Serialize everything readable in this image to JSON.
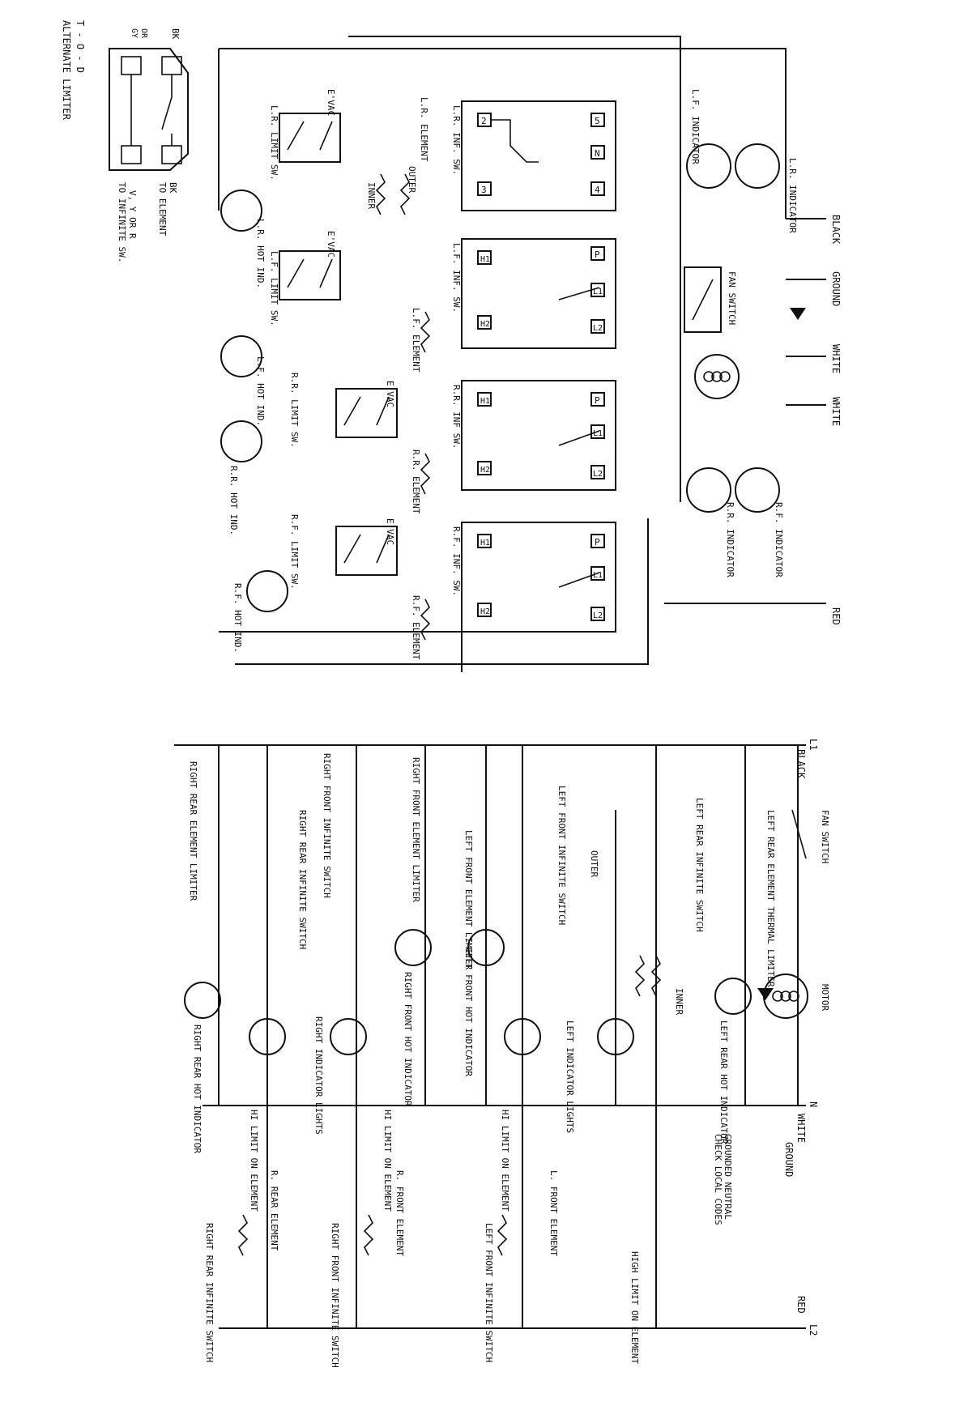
{
  "alt_limiter": {
    "title": "T - O - D",
    "subtitle": "ALTERNATE LIMITER",
    "bk": "BK",
    "gy_or_bl": "OR",
    "gy": "GY",
    "to_element": "TO ELEMENT",
    "to_element_bk": "BK",
    "to_infinite": "TO INFINITE SW.",
    "v_y_or_r": "V, Y OR R"
  },
  "pictorial": {
    "right_labels": [
      "BLACK",
      "GROUND",
      "WHITE",
      "WHITE",
      "RED"
    ],
    "indicators": [
      "L.F. INDICATOR",
      "L.R. INDICATOR",
      "R.R. INDICATOR",
      "R.F. INDICATOR"
    ],
    "fan_switch": "FAN SWITCH",
    "switches": [
      "L.R. INF. SW.",
      "L.F. INF. SW.",
      "R.R. INF SW.",
      "R.F. INF. SW."
    ],
    "limits": [
      "L.R. LIMIT SW.",
      "L.F. LIMIT SW.",
      "R.R. LIMIT SW.",
      "R.F. LIMIT SW."
    ],
    "hot_inds": [
      "L.R. HOT IND.",
      "L.F. HOT IND.",
      "R.R. HOT IND.",
      "R.F. HOT IND."
    ],
    "elements": [
      "L.R. ELEMENT",
      "L.F. ELEMENT",
      "R.R. ELEMENT",
      "R.F. ELEMENT"
    ],
    "evac": "E'VAC",
    "outer": "OUTER",
    "inner": "INNER"
  },
  "schematic": {
    "L1": "L1",
    "L2": "L2",
    "N": "N",
    "black": "BLACK",
    "white": "WHITE",
    "red": "RED",
    "ground": "GROUND",
    "grounded_neutral": "GROUNDED NEUTRAL",
    "check_codes": "CHECK LOCAL CODES",
    "fan_switch": "FAN SWITCH",
    "motor": "MOTOR",
    "lr_thermal": "LEFT REAR ELEMENT THERMAL LIMITER",
    "lr_hot": "LEFT REAR HOT INDICATOR",
    "lr_inf": "LEFT REAR INFINITE SWITCH",
    "outer": "OUTER",
    "inner": "INNER",
    "high_limit": "HIGH LIMIT ON ELEMENT",
    "lf_inf": "LEFT FRONT INFINITE SWITCH",
    "lf_lights": "LEFT INDICATOR LIGHTS",
    "lf_limiter": "LEFT FRONT ELEMENT LIMITER",
    "lf_hot": "LEFT FRONT HOT INDICATOR",
    "hi_limit": "HI LIMIT ON ELEMENT",
    "lf_element": "L. FRONT ELEMENT",
    "lf_inf2": "LEFT FRONT INFINITE SWITCH",
    "rf_limiter": "RIGHT FRONT ELEMENT LIMITER",
    "rf_hot": "RIGHT FRONT HOT INDICATOR",
    "rf_inf": "RIGHT FRONT INFINITE SWITCH",
    "rf_element": "R. FRONT ELEMENT",
    "rf_inf2": "RIGHT FRONT INFINITE SWITCH",
    "rr_inf": "RIGHT REAR INFINITE SWITCH",
    "r_lights": "RIGHT INDICATOR LIGHTS",
    "rr_limiter": "RIGHT REAR ELEMENT LIMITER",
    "rr_hot": "RIGHT REAR HOT INDICATOR",
    "rr_element": "R. REAR ELEMENT",
    "rr_inf2": "RIGHT REAR INFINITE SWITCH"
  }
}
